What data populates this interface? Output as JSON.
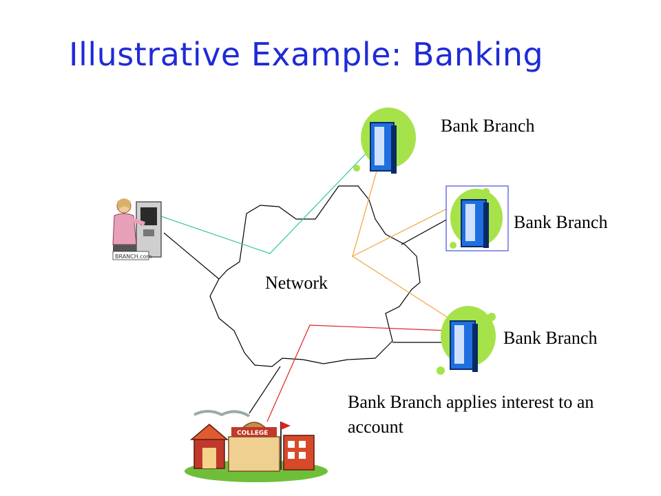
{
  "title": "Illustrative Example: Banking",
  "network_label": "Network",
  "branches": [
    {
      "label": "Bank Branch"
    },
    {
      "label": "Bank Branch"
    },
    {
      "label": "Bank Branch"
    }
  ],
  "note": {
    "line1": "Bank Branch applies interest to an",
    "line2": "account"
  },
  "colors": {
    "title": "#1f2bd6",
    "atm_link": "#2fc79b",
    "branch_link": "#f3a33a",
    "college_link": "#e02020",
    "blob": "#a6e34a",
    "server": "#1f6fe0"
  },
  "icons": {
    "atm": "atm-user-icon",
    "server": "server-icon",
    "college": "college-icon"
  }
}
